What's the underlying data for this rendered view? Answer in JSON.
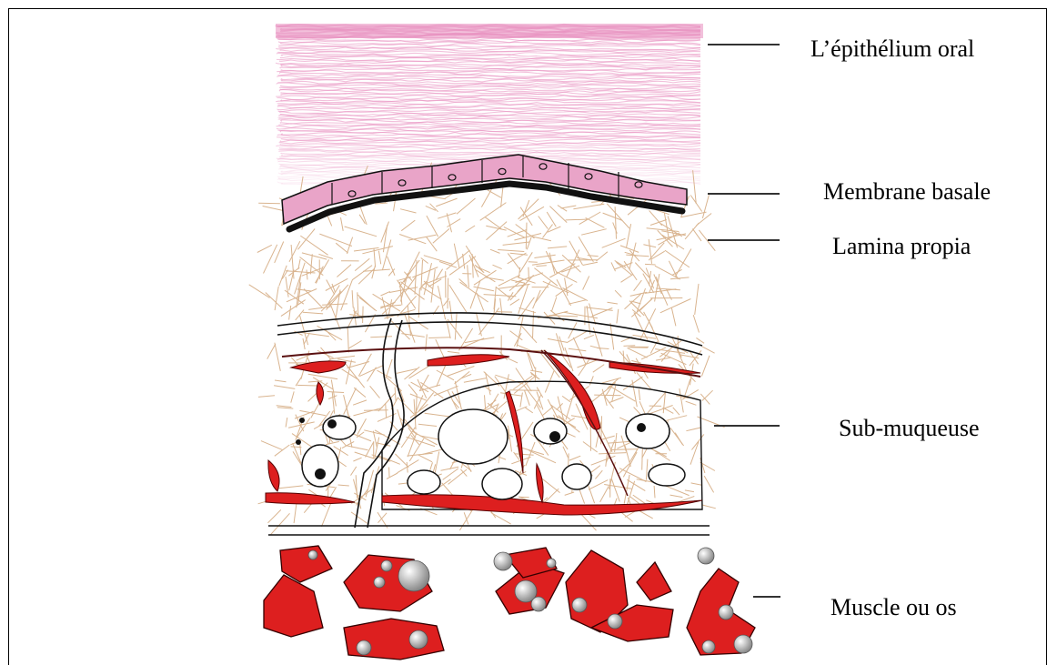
{
  "figure": {
    "layers": [
      {
        "id": "epithelium",
        "label": "L’épithélium oral"
      },
      {
        "id": "basement-membrane",
        "label": "Membrane basale"
      },
      {
        "id": "lamina-propria",
        "label": "Lamina propia"
      },
      {
        "id": "submucosa",
        "label": "Sub-muqueuse"
      },
      {
        "id": "muscle-bone",
        "label": "Muscle ou os"
      }
    ],
    "colors": {
      "epithelium": "#e88cbd",
      "basal_cells": "#e9a4c8",
      "fibers": "#d9b48f",
      "vessels": "#dd1f1f",
      "outline": "#111111",
      "leader": "#333333"
    }
  }
}
